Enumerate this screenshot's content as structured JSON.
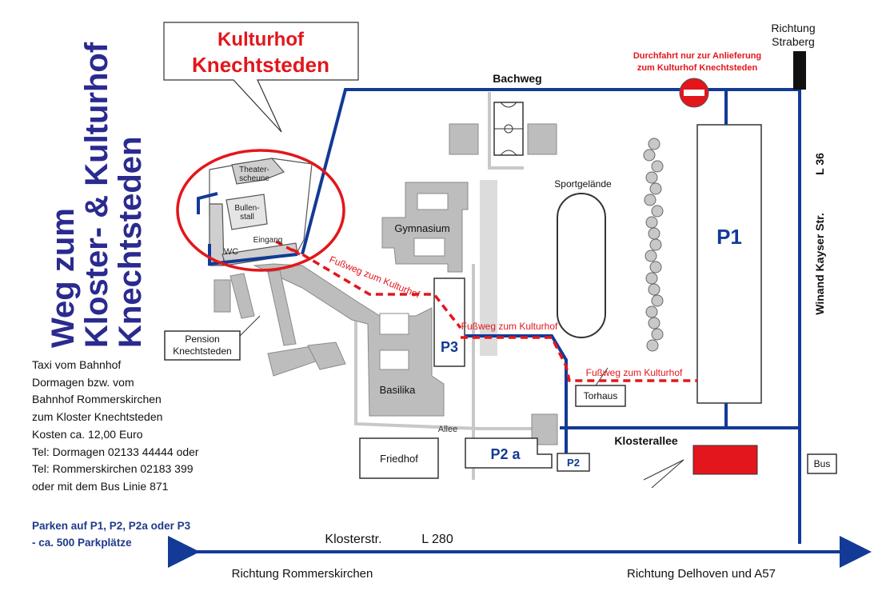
{
  "title_lines": [
    "Weg zum",
    "Kloster- & Kulturhof",
    "Knechtsteden"
  ],
  "callout": {
    "line1": "Kulturhof",
    "line2": "Knechtsteden"
  },
  "notice": {
    "line1": "Durchfahrt nur zur Anlieferung",
    "line2": "zum Kulturhof Knechtsteden"
  },
  "directions": {
    "north_line1": "Richtung",
    "north_line2": "Straberg",
    "west": "Richtung Rommerskirchen",
    "east": "Richtung Delhoven und A57"
  },
  "roads": {
    "bachweg": "Bachweg",
    "winand": "Winand Kayser Str.",
    "l36": "L 36",
    "klosterallee": "Klosterallee",
    "klosterstr": "Klosterstr.",
    "l280": "L 280",
    "allee": "Allee"
  },
  "buildings": {
    "theater1": "Theater-",
    "theater2": "scheune",
    "bullen1": "Bullen-",
    "bullen2": "stall",
    "wc": "WC",
    "eingang": "Eingang",
    "gymnasium": "Gymnasium",
    "basilika": "Basilika",
    "friedhof": "Friedhof",
    "torhaus": "Torhaus",
    "pension1": "Pension",
    "pension2": "Knechtsteden",
    "sportgelaende": "Sportgelände",
    "bus": "Bus"
  },
  "parking": {
    "p1": "P1",
    "p2": "P2",
    "p2a": "P2 a",
    "p3": "P3"
  },
  "footpath_label": "Fußweg zum Kulturhof",
  "info_lines": [
    "Taxi vom Bahnhof",
    "Dormagen bzw. vom",
    "Bahnhof Rommerskirchen",
    "zum Kloster Knechtsteden",
    "Kosten ca. 12,00 Euro",
    "Tel: Dormagen 02133 44444 oder",
    "Tel: Rommerskirchen 02183 399",
    "oder mit dem Bus Linie 871"
  ],
  "parking_note": [
    "Parken auf P1, P2, P2a oder P3",
    "- ca. 500 Parkplätze"
  ],
  "colors": {
    "route_blue": "#123a96",
    "footpath_red": "#e3161b",
    "building_gray": "#bdbdbd",
    "title_blue": "#2a2a8f"
  }
}
